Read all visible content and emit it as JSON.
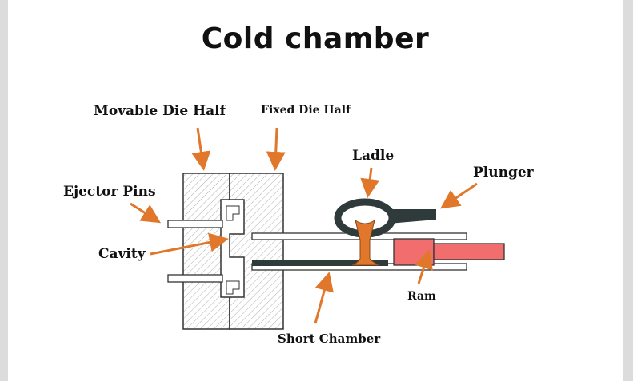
{
  "title": "Cold chamber",
  "labels": {
    "movable_die_half": "Movable Die Half",
    "fixed_die_half": "Fixed Die Half",
    "ladle": "Ladle",
    "plunger": "Plunger",
    "ejector_pins": "Ejector Pins",
    "cavity": "Cavity",
    "ram": "Ram",
    "short_chamber": "Short Chamber"
  },
  "colors": {
    "arrow": "#e0772b",
    "metal": "#e0772b",
    "ram": "#f26d6d",
    "ladle": "#2f3a3a",
    "background": "#dcdcdc",
    "panel": "#ffffff"
  }
}
